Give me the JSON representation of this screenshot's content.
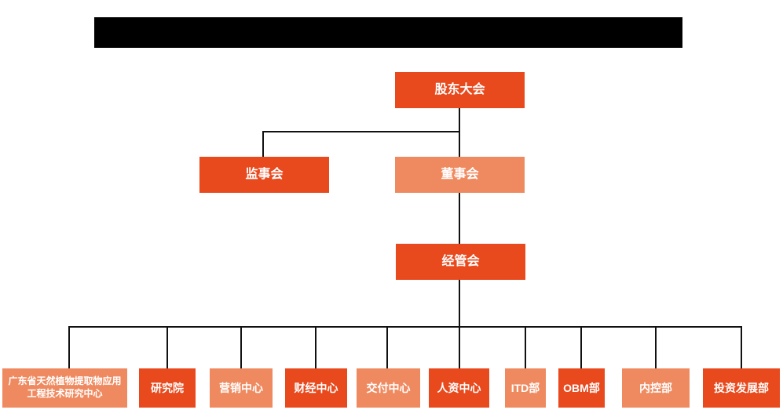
{
  "colors": {
    "primary": "#e8491d",
    "secondary": "#ef8a60",
    "line": "#111111",
    "redaction": "#000000",
    "node_text": "#ffffff",
    "page_bg": "#ffffff"
  },
  "org_chart": {
    "level1": {
      "label": "股东大会"
    },
    "level2": [
      {
        "label": "监事会"
      },
      {
        "label": "董事会"
      }
    ],
    "level3": {
      "label": "经管会"
    },
    "level4": [
      {
        "label": "广东省天然植物提取物应用工程技术研究中心"
      },
      {
        "label": "研究院"
      },
      {
        "label": "营销中心"
      },
      {
        "label": "财经中心"
      },
      {
        "label": "交付中心"
      },
      {
        "label": "人资中心"
      },
      {
        "label": "ITD部"
      },
      {
        "label": "OBM部"
      },
      {
        "label": "内控部"
      },
      {
        "label": "投资发展部"
      }
    ]
  }
}
